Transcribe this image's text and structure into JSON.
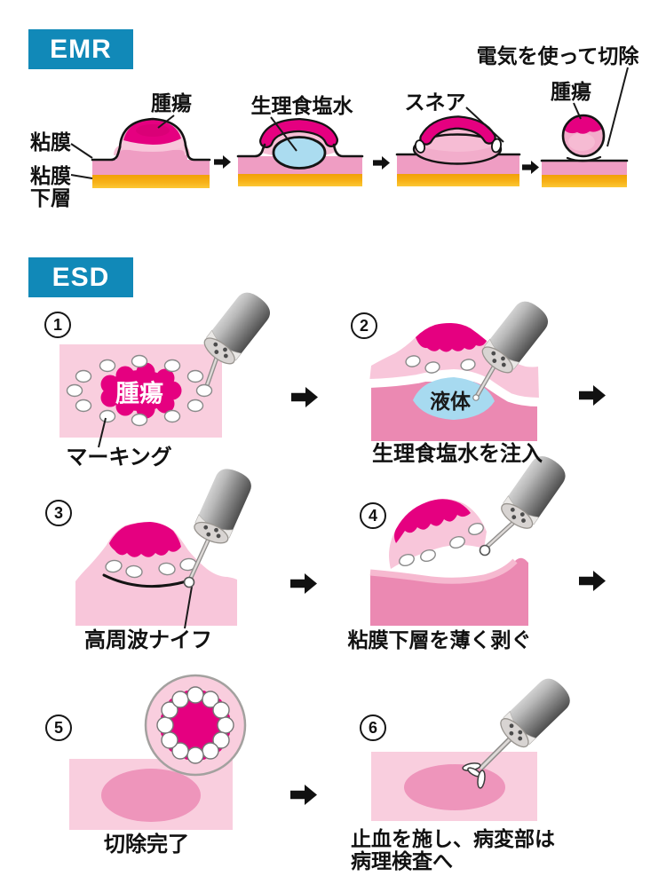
{
  "emr": {
    "badge": "EMR",
    "label_tumor": "腫瘍",
    "label_mucosa": "粘膜",
    "label_submucosa_1": "粘膜",
    "label_submucosa_2": "下層",
    "label_saline": "生理食塩水",
    "label_snare": "スネア",
    "label_cut": "電気を使って切除",
    "label_tumor2": "腫瘍"
  },
  "esd": {
    "badge": "ESD",
    "step1": {
      "num": "1",
      "tumor": "腫瘍",
      "caption": "マーキング"
    },
    "step2": {
      "num": "2",
      "fluid": "液体",
      "caption": "生理食塩水を注入"
    },
    "step3": {
      "num": "3",
      "caption": "高周波ナイフ"
    },
    "step4": {
      "num": "4",
      "caption": "粘膜下層を薄く剥ぐ"
    },
    "step5": {
      "num": "5",
      "caption": "切除完了"
    },
    "step6": {
      "num": "6",
      "caption_1": "止血を施し、病変部は",
      "caption_2": "病理検査へ"
    }
  },
  "colors": {
    "badge_blue": "#1189b8",
    "tumor_magenta": "#e50080",
    "mucosa_pink": "#ef9dc3",
    "light_pink": "#f9cede",
    "deep_pink": "#eb89b2",
    "submucosa_orange": "#f6a90c",
    "saline_blue": "#abdcf0"
  }
}
